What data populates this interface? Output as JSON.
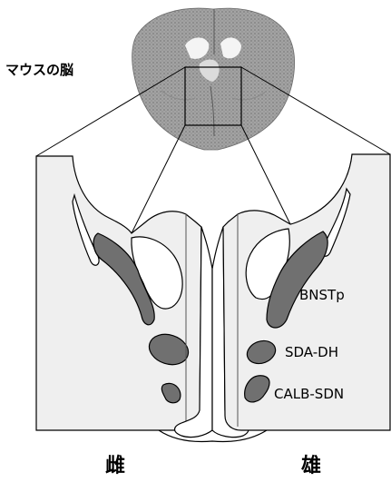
{
  "figure": {
    "brain_label": "マウスの脳",
    "left_panel": {
      "sex_label": "雌"
    },
    "right_panel": {
      "sex_label": "雄",
      "regions": [
        "BNSTp",
        "SDA-DH",
        "CALB-SDN"
      ]
    }
  },
  "colors": {
    "region_fill": "#707070",
    "outline": "#000000",
    "brain_tissue": "#9a9a9a",
    "background": "#ffffff"
  }
}
